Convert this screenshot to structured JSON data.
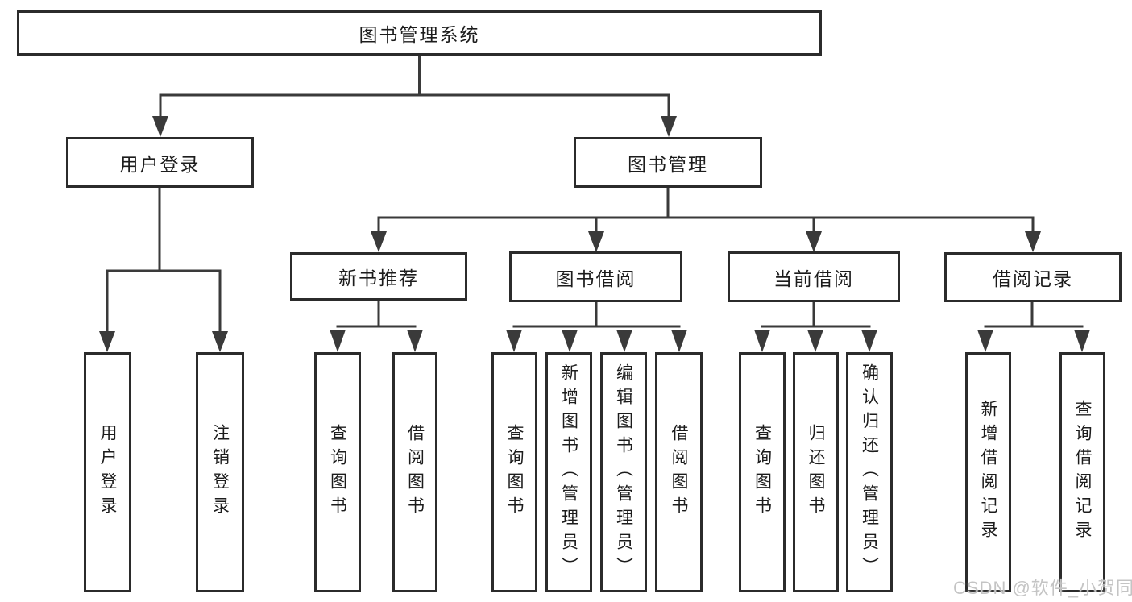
{
  "diagram": {
    "root": {
      "label": "图书管理系统"
    },
    "level2": [
      {
        "label": "用户登录"
      },
      {
        "label": "图书管理"
      }
    ],
    "level3": [
      {
        "label": "新书推荐"
      },
      {
        "label": "图书借阅"
      },
      {
        "label": "当前借阅"
      },
      {
        "label": "借阅记录"
      }
    ],
    "leaves": {
      "login": [
        {
          "label": "用户登录"
        },
        {
          "label": "注销登录"
        }
      ],
      "recommend": [
        {
          "label": "查询图书"
        },
        {
          "label": "借阅图书"
        }
      ],
      "borrow": [
        {
          "label": "查询图书"
        },
        {
          "label": "新增图书（管理员）"
        },
        {
          "label": "编辑图书（管理员）"
        },
        {
          "label": "借阅图书"
        }
      ],
      "current": [
        {
          "label": "查询图书"
        },
        {
          "label": "归还图书"
        },
        {
          "label": "确认归还（管理员）"
        }
      ],
      "records": [
        {
          "label": "新增借阅记录"
        },
        {
          "label": "查询借阅记录"
        }
      ]
    }
  },
  "watermark": {
    "text": "CSDN @软件_小贺同学"
  },
  "colors": {
    "line": "#3a3a3a",
    "border": "#2b2b2b",
    "text": "#1c1c1c",
    "background": "#ffffff",
    "watermark": "#c4c4c4"
  }
}
